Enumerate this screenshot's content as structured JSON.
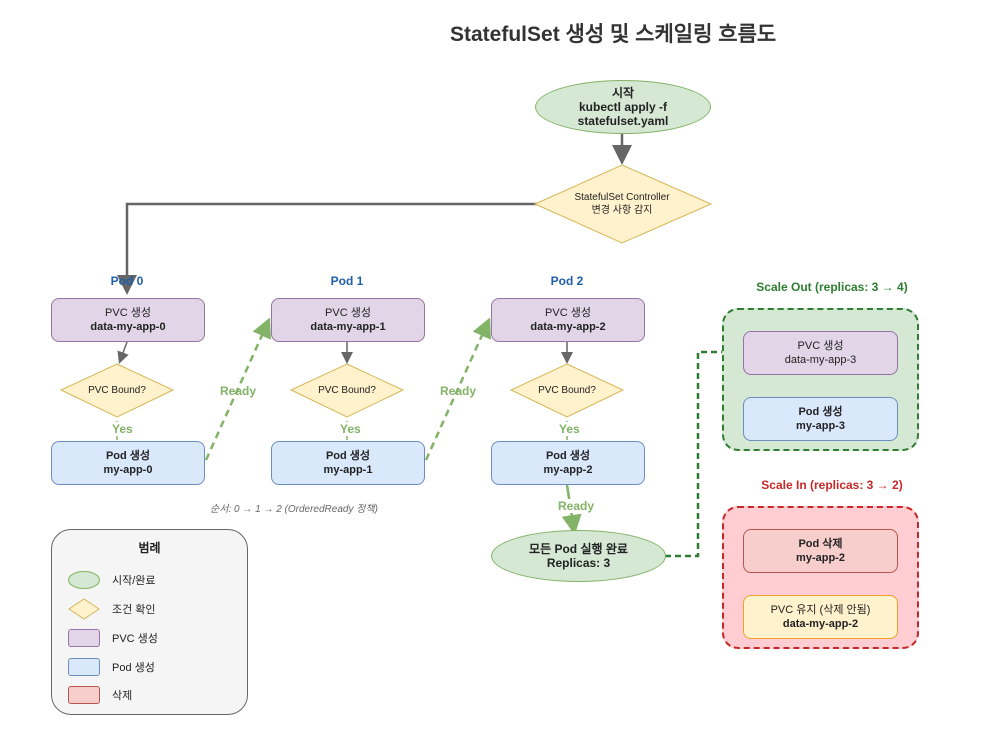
{
  "title": "StatefulSet 생성 및 스케일링 흐름도",
  "start": {
    "line1": "시작",
    "line2": "kubectl apply -f",
    "line3": "statefulset.yaml"
  },
  "controller": {
    "line1": "StatefulSet Controller",
    "line2": "변경 사항 감지"
  },
  "pods": [
    {
      "header": "Pod 0",
      "pvc_line1": "PVC 생성",
      "pvc_line2": "data-my-app-0",
      "check": "PVC Bound?",
      "yes": "Yes",
      "pod_line1": "Pod 생성",
      "pod_line2": "my-app-0"
    },
    {
      "header": "Pod 1",
      "pvc_line1": "PVC 생성",
      "pvc_line2": "data-my-app-1",
      "check": "PVC Bound?",
      "yes": "Yes",
      "pod_line1": "Pod 생성",
      "pod_line2": "my-app-1"
    },
    {
      "header": "Pod 2",
      "pvc_line1": "PVC 생성",
      "pvc_line2": "data-my-app-2",
      "check": "PVC Bound?",
      "yes": "Yes",
      "pod_line1": "Pod 생성",
      "pod_line2": "my-app-2"
    }
  ],
  "ready_label": "Ready",
  "order_note": "순서: 0 → 1 → 2 (OrderedReady 정책)",
  "done": {
    "line1": "모든 Pod 실행 완료",
    "line2": "Replicas: 3"
  },
  "scale_out": {
    "title": "Scale Out (replicas: 3 → 4)",
    "pvc_line1": "PVC 생성",
    "pvc_line2": "data-my-app-3",
    "pod_line1": "Pod 생성",
    "pod_line2": "my-app-3"
  },
  "scale_in": {
    "title": "Scale In (replicas: 3 → 2)",
    "del_line1": "Pod 삭제",
    "del_line2": "my-app-2",
    "keep_line1": "PVC 유지 (삭제 안됨)",
    "keep_line2": "data-my-app-2"
  },
  "legend": {
    "title": "범례",
    "items": [
      {
        "label": "시작/완료",
        "shape": "ellipse",
        "fill": "#d5e8d4",
        "stroke": "#82b366"
      },
      {
        "label": "조건 확인",
        "shape": "diamond",
        "fill": "#fff2cc",
        "stroke": "#d6b656"
      },
      {
        "label": "PVC 생성",
        "shape": "rect",
        "fill": "#e1d5e7",
        "stroke": "#9673a6"
      },
      {
        "label": "Pod 생성",
        "shape": "rect",
        "fill": "#dae8fc",
        "stroke": "#6c8ebf"
      },
      {
        "label": "삭제",
        "shape": "rect",
        "fill": "#f8cecc",
        "stroke": "#b85450"
      }
    ]
  },
  "colors": {
    "ready_green": "#82b366",
    "scale_out_title": "#2e7d32",
    "scale_in_title": "#c62828",
    "flow_gray": "#666666"
  }
}
